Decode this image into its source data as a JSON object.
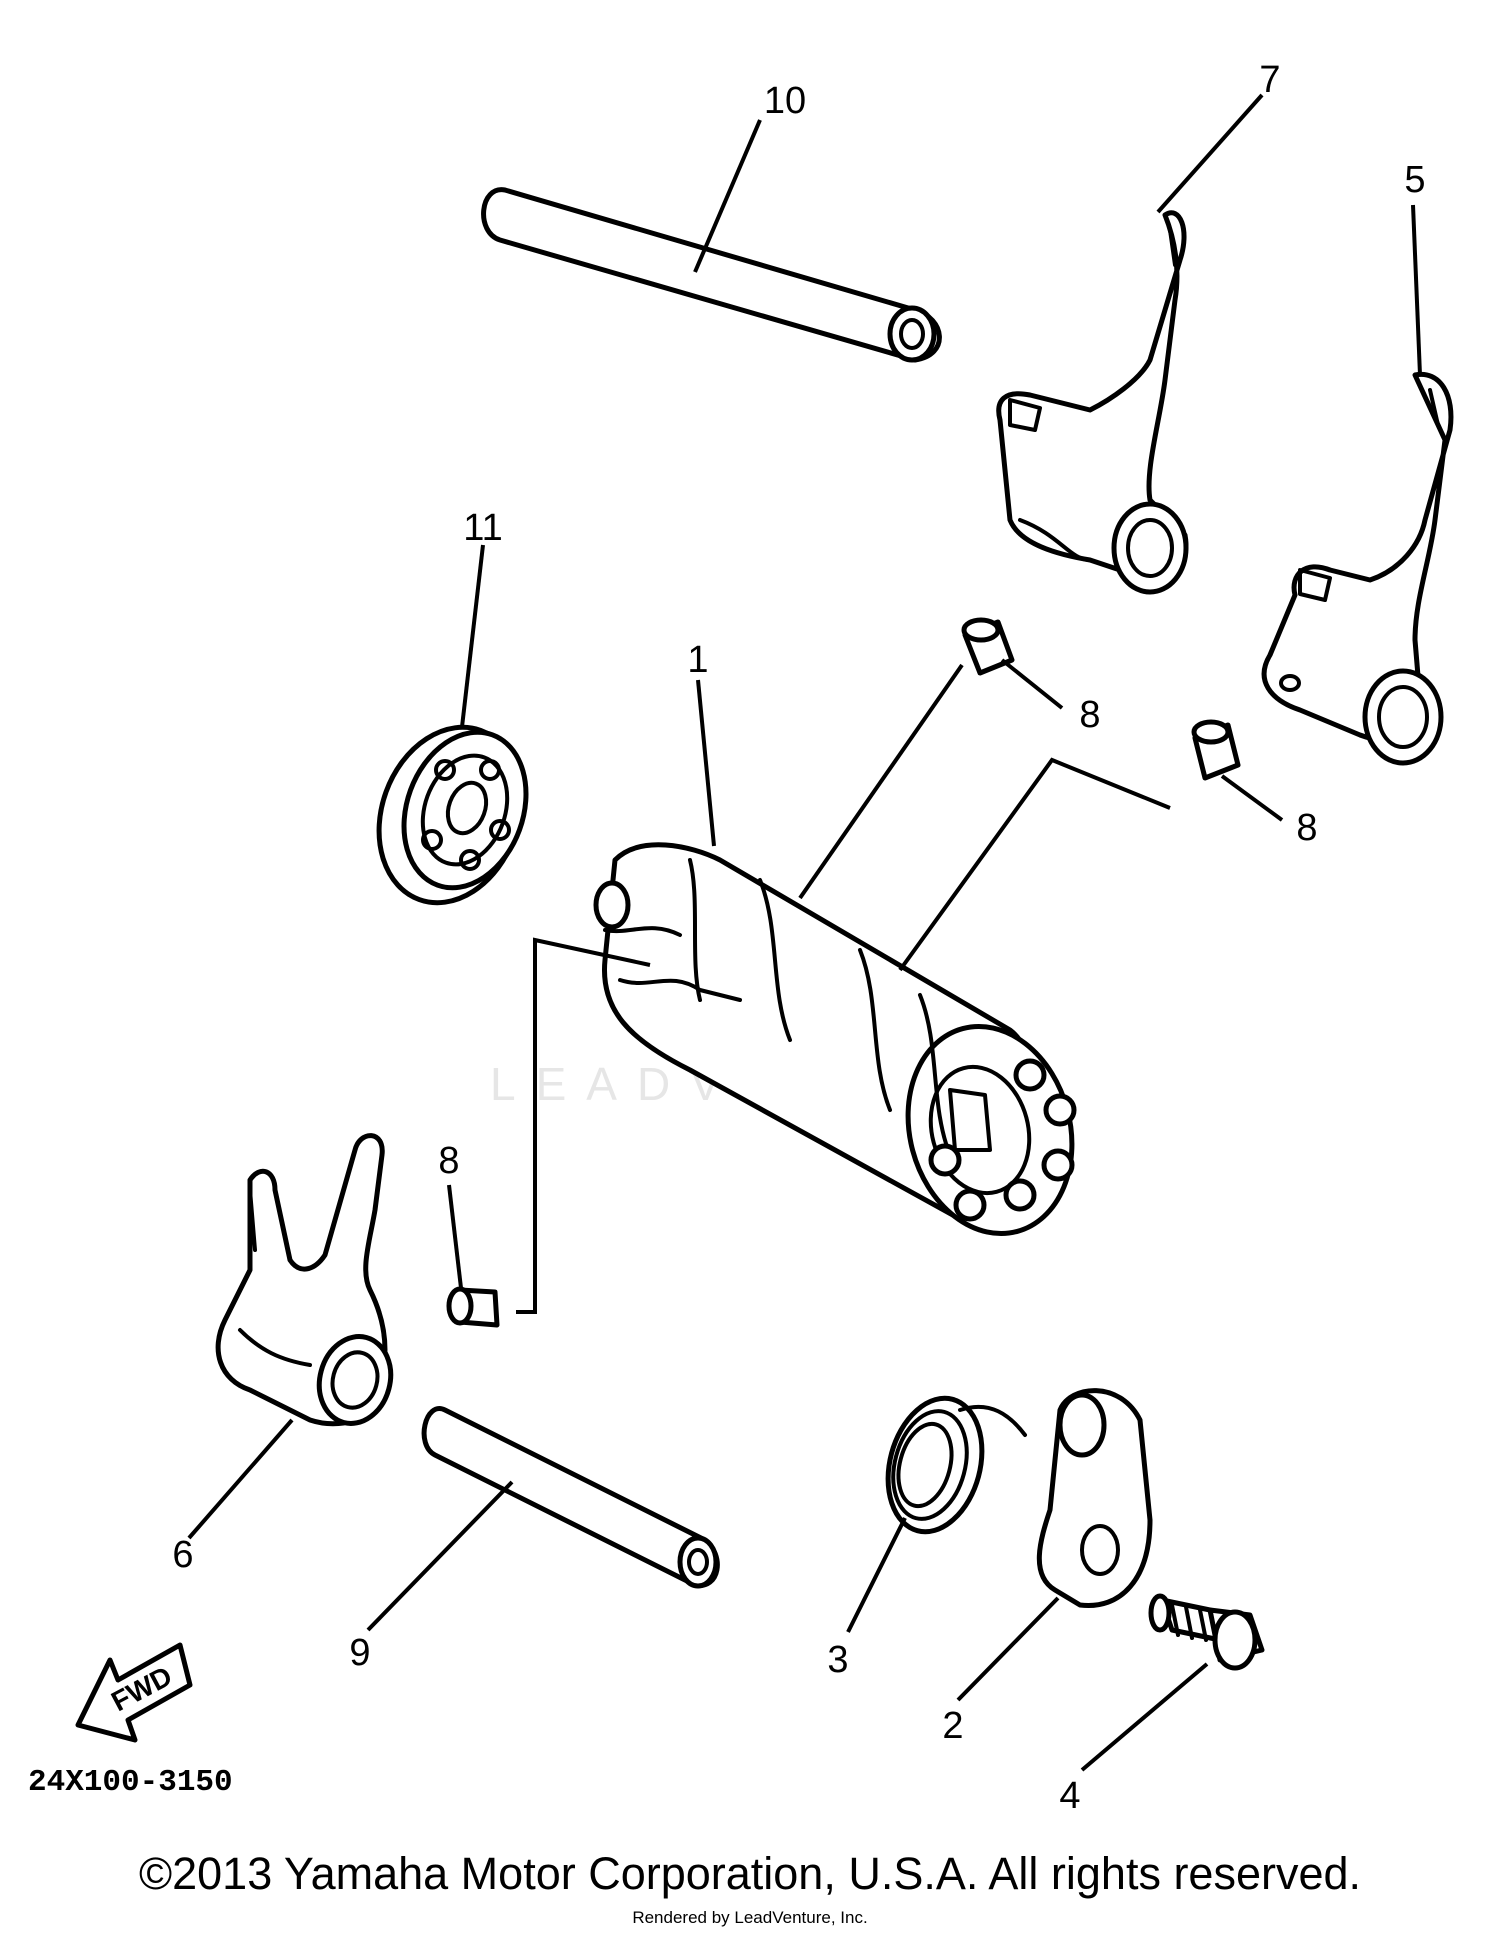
{
  "diagram": {
    "callouts": {
      "c1": "1",
      "c2": "2",
      "c3": "3",
      "c4": "4",
      "c5": "5",
      "c6": "6",
      "c7": "7",
      "c8a": "8",
      "c8b": "8",
      "c8c": "8",
      "c9": "9",
      "c10": "10",
      "c11": "11"
    },
    "fwd_label": "FWD",
    "drawing_code": "24X100-3150",
    "watermark": "LEADVENTURE"
  },
  "footer": {
    "copyright": "©2013 Yamaha Motor Corporation, U.S.A. All rights reserved.",
    "rendered_by": "Rendered by LeadVenture, Inc."
  }
}
